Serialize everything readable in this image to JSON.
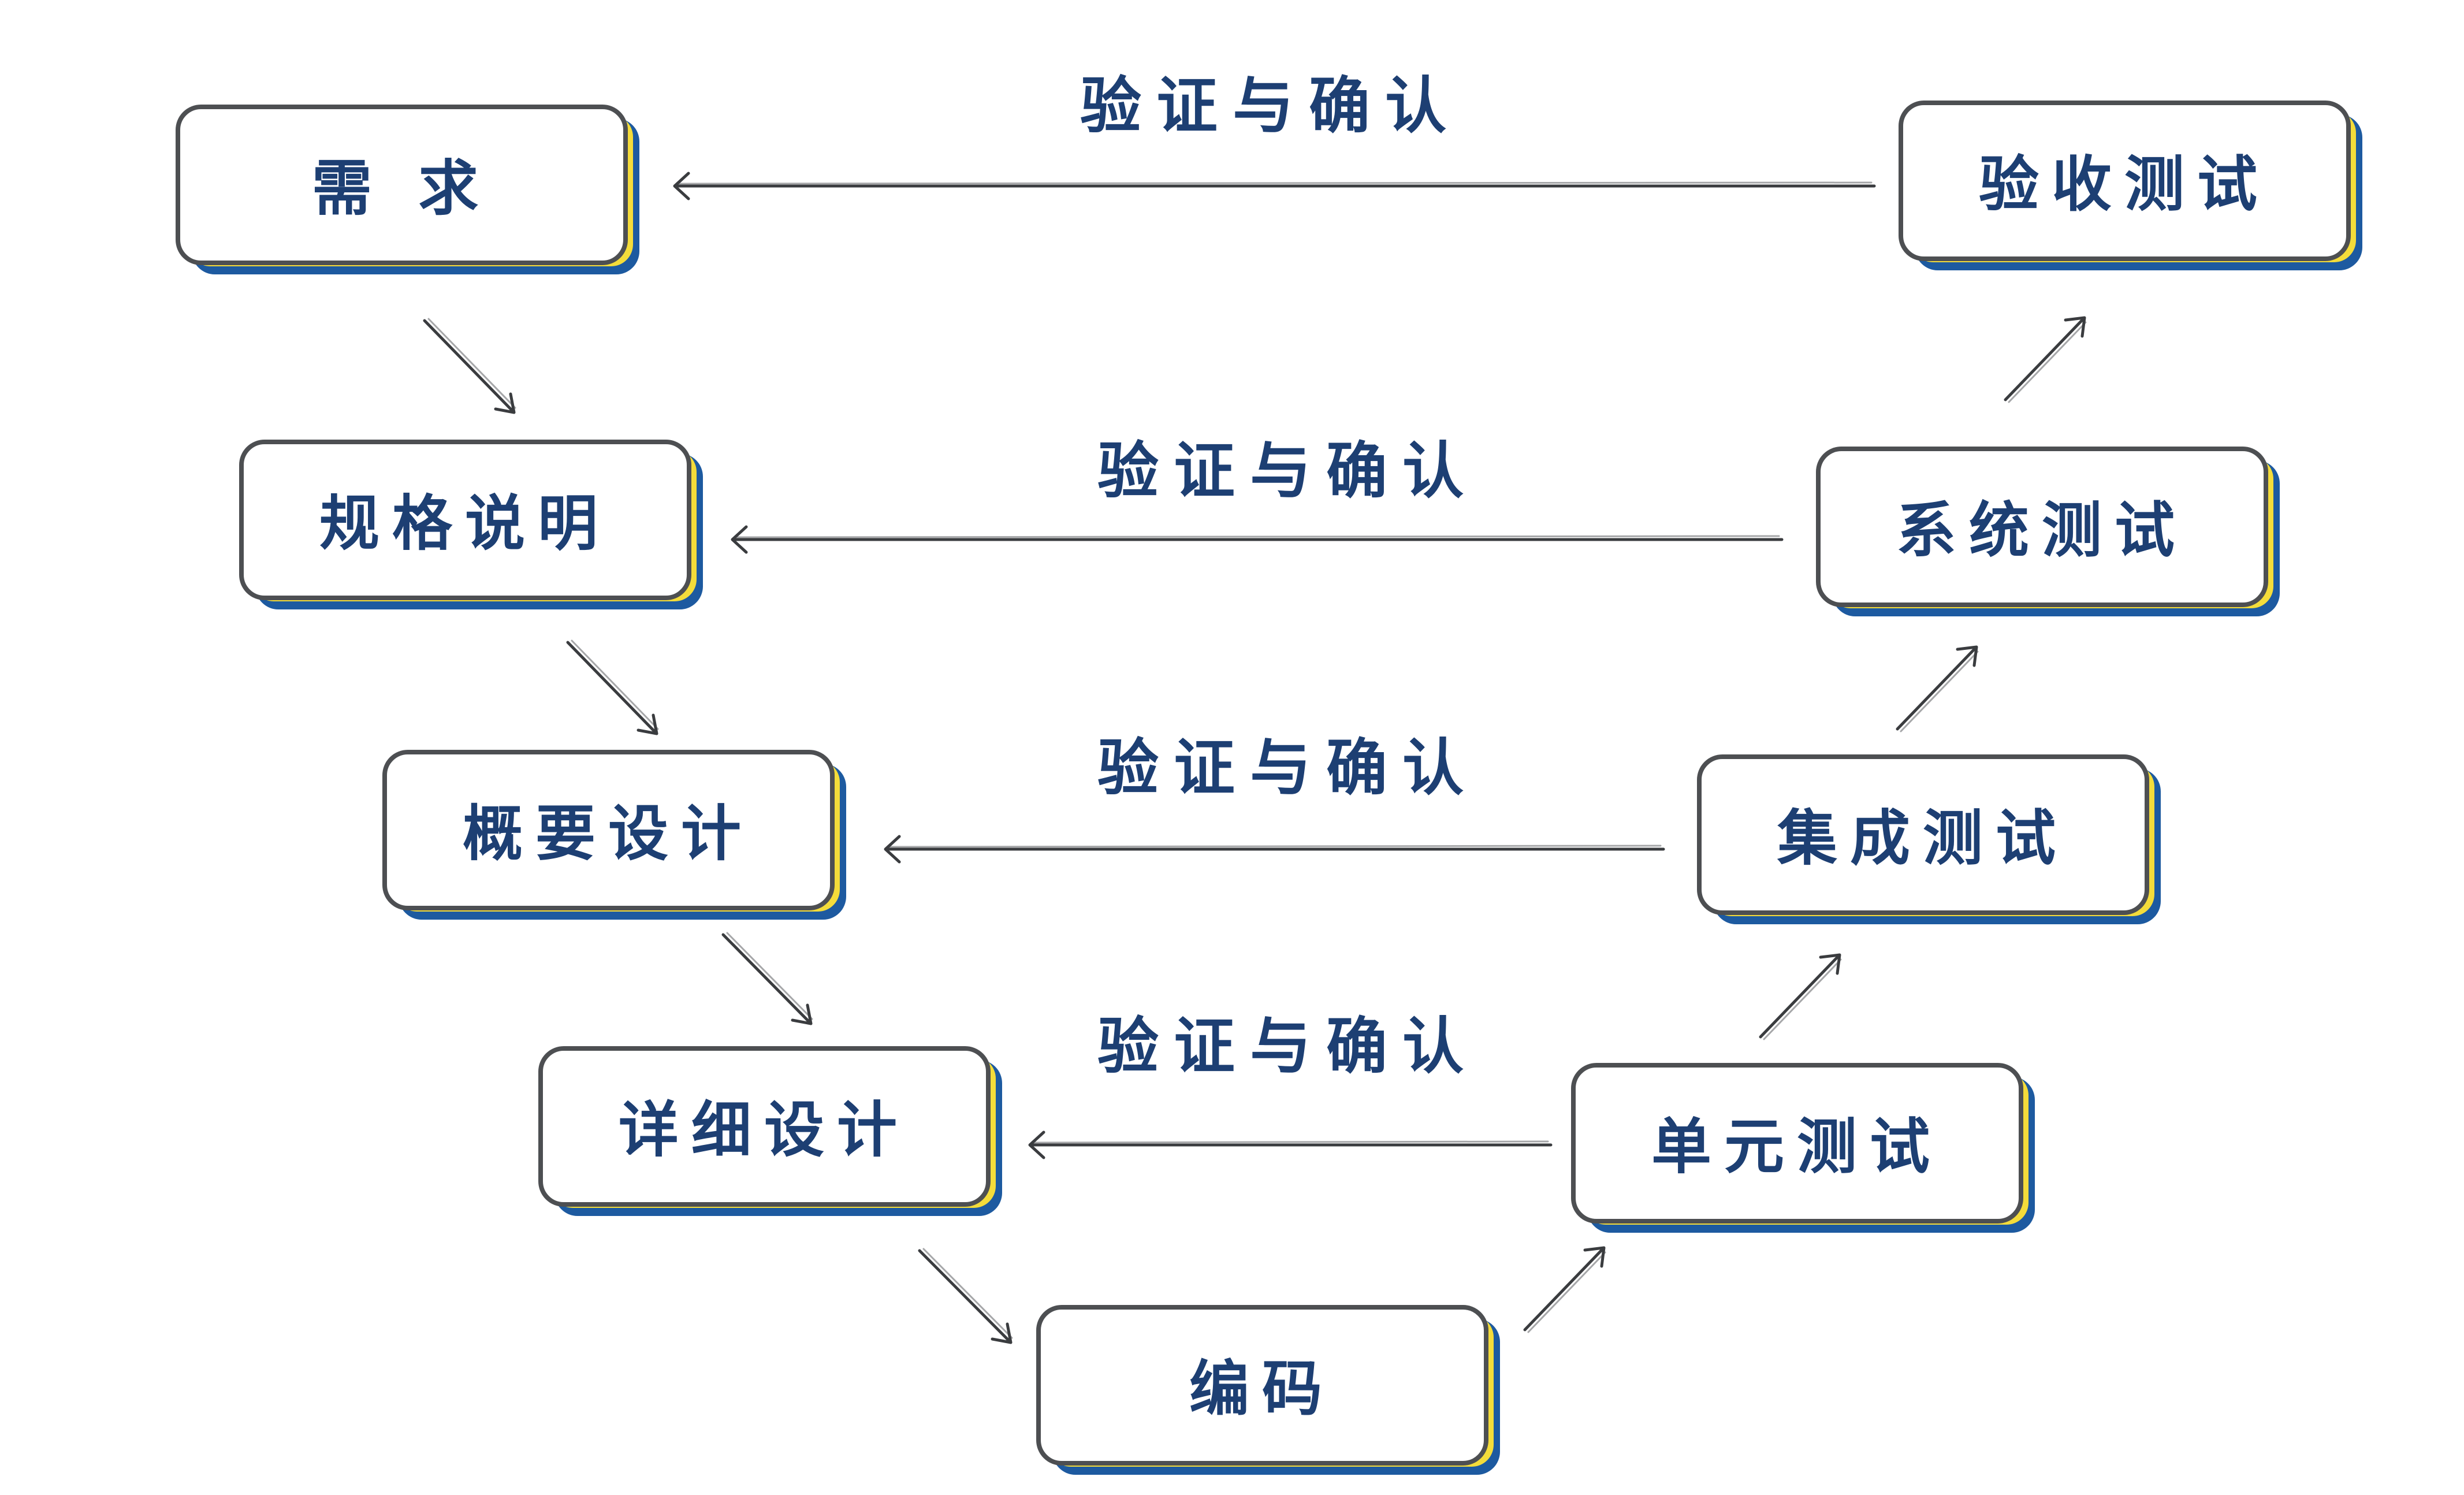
{
  "left_nodes": [
    {
      "id": "requirements",
      "label": "需 求"
    },
    {
      "id": "specification",
      "label": "规格说明"
    },
    {
      "id": "outline-design",
      "label": "概要设计"
    },
    {
      "id": "detailed-design",
      "label": "详细设计"
    }
  ],
  "bottom_node": {
    "id": "coding",
    "label": "编码"
  },
  "right_nodes": [
    {
      "id": "unit-test",
      "label": "单元测试"
    },
    {
      "id": "integration-test",
      "label": "集成测试"
    },
    {
      "id": "system-test",
      "label": "系统测试"
    },
    {
      "id": "acceptance-test",
      "label": "验收测试"
    }
  ],
  "verification_edges": [
    {
      "label": "验证与确认"
    },
    {
      "label": "验证与确认"
    },
    {
      "label": "验证与确认"
    },
    {
      "label": "验证与确认"
    }
  ],
  "colors": {
    "label_text": "#1d3f73",
    "box_border": "#4d4f52",
    "shadow_blue": "#1d5aa0",
    "shadow_yellow": "#f4dc3a",
    "arrow": "#3a3c3f"
  }
}
